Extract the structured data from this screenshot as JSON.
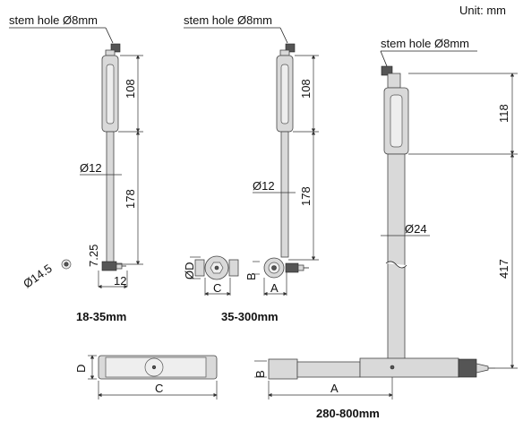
{
  "header": {
    "unit_label": "Unit: mm"
  },
  "gauge_small": {
    "stem_hole": "stem hole Ø8mm",
    "dim_upper": "108",
    "dim_lower": "178",
    "rod_diameter": "Ø12",
    "tip_offset": "7.25",
    "tip_length": "12",
    "anvil_diameter": "Ø14.5",
    "range": "18-35mm"
  },
  "gauge_medium": {
    "stem_hole": "stem hole Ø8mm",
    "dim_upper": "108",
    "dim_lower": "178",
    "rod_diameter": "Ø12",
    "dim_d": "ØD",
    "dim_c": "C",
    "dim_b": "B",
    "dim_a": "A",
    "range": "35-300mm"
  },
  "gauge_large": {
    "stem_hole": "stem hole Ø8mm",
    "dim_upper": "118",
    "dim_lower": "417",
    "rod_diameter": "Ø24",
    "head_d": "D",
    "head_c": "C",
    "head_b": "B",
    "head_a": "A",
    "range": "280-800mm"
  }
}
